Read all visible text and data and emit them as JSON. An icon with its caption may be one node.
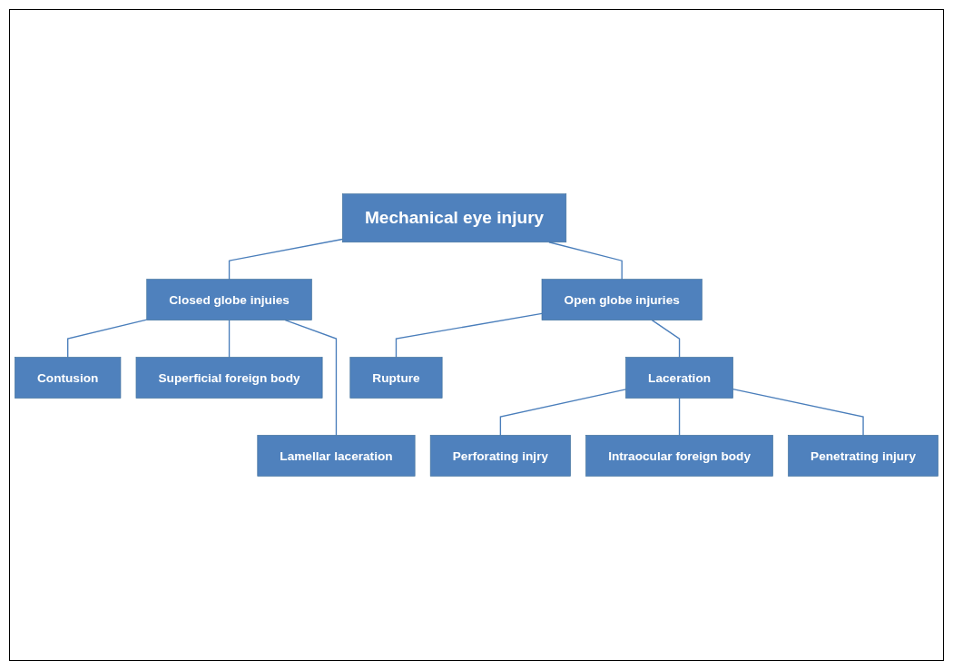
{
  "diagram": {
    "nodes": [
      {
        "text": [
          "Mechanical eye injury"
        ]
      },
      {
        "text": [
          "Closed globe injuies"
        ]
      },
      {
        "text": [
          "Open globe injuries"
        ]
      },
      {
        "text": [
          "Contusion"
        ]
      },
      {
        "text": [
          "Superficial foreign body"
        ]
      },
      {
        "text": [
          "Lamellar laceration"
        ]
      },
      {
        "text": [
          "Laceration"
        ]
      },
      {
        "text": [
          "Rupture"
        ]
      },
      {
        "text": [
          "Perforating injry"
        ]
      },
      {
        "text": [
          "Intraocular foreign body"
        ]
      },
      {
        "text": [
          "Penetrating injury"
        ]
      }
    ],
    "edges": [
      {
        "from": 0,
        "to": 1,
        "arrow": "none"
      },
      {
        "from": 0,
        "to": 2,
        "arrow": "none"
      },
      {
        "from": 1,
        "to": 3,
        "arrow": "none"
      },
      {
        "from": 1,
        "to": 4,
        "arrow": "none"
      },
      {
        "from": 1,
        "to": 5,
        "arrow": "none"
      },
      {
        "from": 2,
        "to": 6,
        "arrow": "none"
      },
      {
        "from": 2,
        "to": 7,
        "arrow": "none"
      },
      {
        "from": 6,
        "to": 8,
        "arrow": "none"
      },
      {
        "from": 6,
        "to": 9,
        "arrow": "none"
      },
      {
        "from": 6,
        "to": 10,
        "arrow": "none"
      }
    ]
  }
}
